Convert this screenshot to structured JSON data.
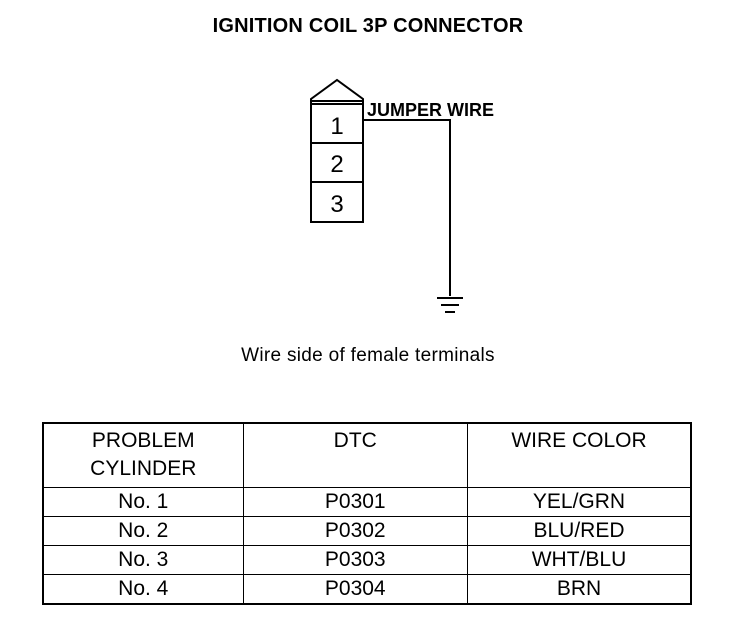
{
  "title": "IGNITION COIL 3P CONNECTOR",
  "diagram": {
    "terminals": [
      "1",
      "2",
      "3"
    ],
    "jumper_label": "JUMPER WIRE",
    "ground_icon": "ground-icon"
  },
  "caption": "Wire side of female terminals",
  "table": {
    "headers": {
      "problem_line1": "PROBLEM",
      "problem_line2": "CYLINDER",
      "dtc": "DTC",
      "wire_color": "WIRE COLOR"
    },
    "rows": [
      {
        "cylinder": "No. 1",
        "dtc": "P0301",
        "wire_color": "YEL/GRN"
      },
      {
        "cylinder": "No. 2",
        "dtc": "P0302",
        "wire_color": "BLU/RED"
      },
      {
        "cylinder": "No. 3",
        "dtc": "P0303",
        "wire_color": "WHT/BLU"
      },
      {
        "cylinder": "No. 4",
        "dtc": "P0304",
        "wire_color": "BRN"
      }
    ]
  }
}
